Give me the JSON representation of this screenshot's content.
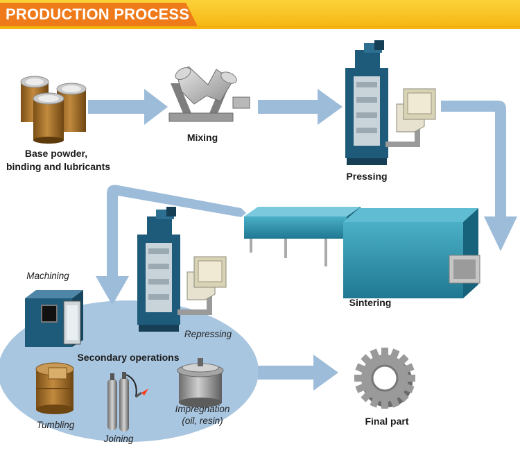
{
  "header": {
    "title": "PRODUCTION PROCESS"
  },
  "steps": {
    "base_powder": {
      "line1": "Base powder,",
      "line2": "binding and lubricants"
    },
    "mixing": "Mixing",
    "pressing": "Pressing",
    "sintering": "Sintering",
    "secondary": "Secondary operations",
    "final_part": "Final part"
  },
  "secondary_ops": {
    "machining": "Machining",
    "repressing": "Repressing",
    "tumbling": "Tumbling",
    "joining": "Joining",
    "impregnation": {
      "line1": "Impregnation",
      "line2": "(oil, resin)"
    }
  },
  "colors": {
    "header_orange": "#f07c1b",
    "header_yellow": "#f9c41c",
    "arrow_blue": "#9dbcd9",
    "ellipse_blue": "#a9c6e0",
    "machine_blue": "#1e5a7a",
    "furnace_teal": "#2b8aa6",
    "bronze": "#9c6b28",
    "gear_gray": "#8e8e8e"
  },
  "icons": [
    "powder-drums-icon",
    "mixer-icon",
    "press-icon",
    "furnace-icon",
    "cnc-machine-icon",
    "gas-cylinders-icon",
    "pressure-vessel-icon",
    "tumbling-part-icon",
    "gear-icon"
  ]
}
